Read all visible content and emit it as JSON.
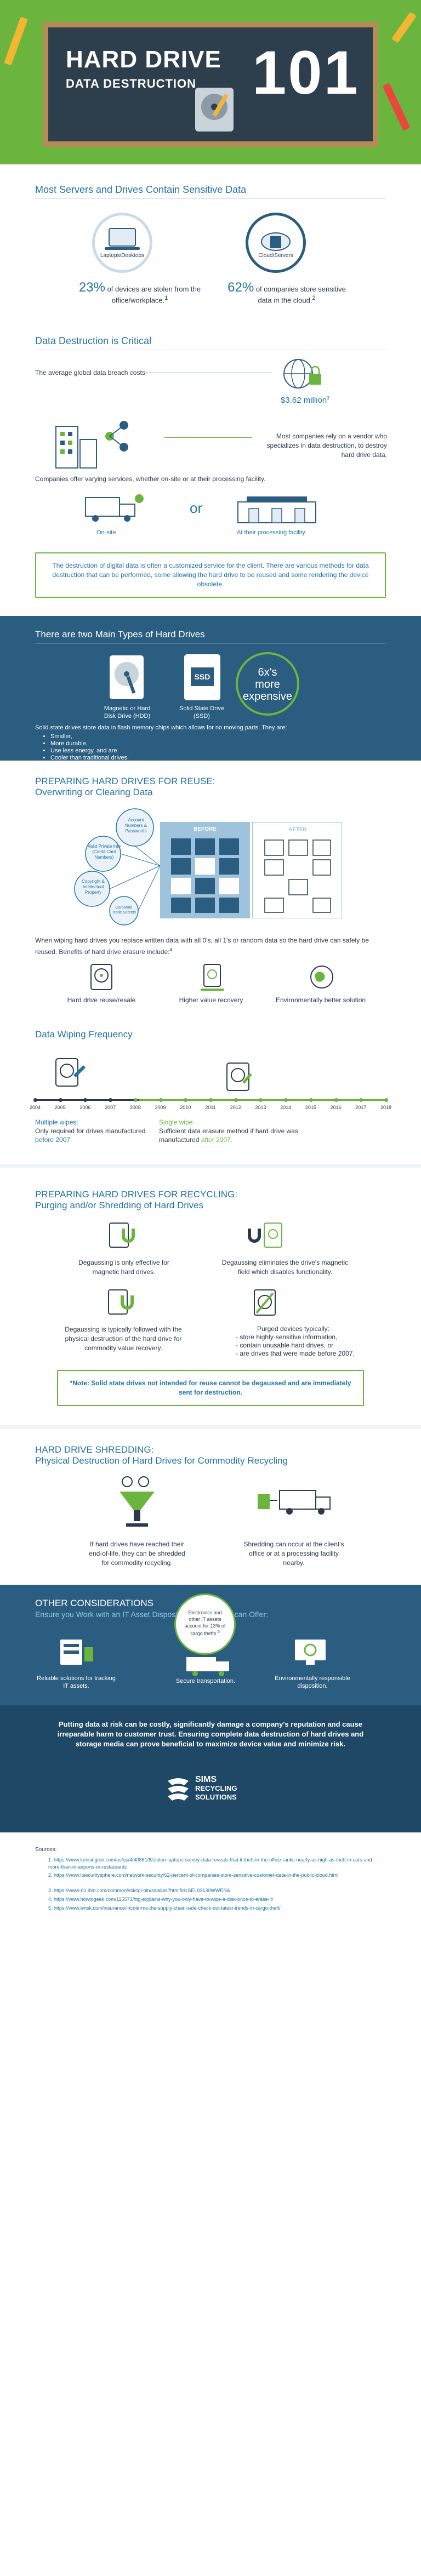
{
  "header": {
    "title_line1": "HARD DRIVE",
    "title_line2": "DATA DESTRUCTION",
    "title_number": "101"
  },
  "s1": {
    "title": "Most Servers and Drives Contain Sensitive Data",
    "left_label": "Laptops/Desktops",
    "right_label": "Cloud/Servers",
    "left_pct": "23%",
    "left_text": "of devices are stolen from the office/workplace.",
    "left_ref": "1",
    "right_pct": "62%",
    "right_text": "of companies store sensitive data in the cloud.",
    "right_ref": "2"
  },
  "s2": {
    "title": "Data Destruction is Critical",
    "cost_text": "The average global data breach costs",
    "cost_value": "$3.62 million",
    "cost_ref": "3",
    "vendor_text": "Most companies rely on a vendor who specializes in data destruction, to destroy hard drive data.",
    "services_text": "Companies offer varying services, whether on-site or at their processing facility.",
    "onsite_label": "On-site",
    "or_label": "or",
    "facility_label": "At their processing facility",
    "note": "The destruction of digital data is often a customized service for the client. There are various methods for data destruction that can be performed, some allowing the hard drive to be reused and some rendering the device obsolete."
  },
  "s3": {
    "title": "There are two Main Types of Hard Drives",
    "hdd_label": "Magnetic or Hard Disk Drive (HDD)",
    "ssd_label": "Solid State Drive (SSD)",
    "ssd_chip": "SSD",
    "badge_line1": "6x's",
    "badge_line2": "more",
    "badge_line3": "expensive",
    "intro": "Solid state drives store data in flash memory chips which allows for no moving parts. They are:",
    "bullets": [
      "Smaller,",
      "More durable,",
      "Use less energy, and are",
      "Cooler than traditional drives."
    ]
  },
  "s4": {
    "title_line1": "PREPARING HARD DRIVES FOR REUSE:",
    "title_line2": "Overwriting or Clearing Data",
    "before_label": "BEFORE",
    "after_label": "AFTER",
    "bubbles": [
      "Account Numbers & Passwords",
      "Valid Private Info (Credit Card Numbers)",
      "Copyright & Intellectual Property",
      "Corporate Trade Secrets"
    ],
    "body": "When wiping hard drives you replace written data with all 0's, all 1's or random data so the hard drive can safely be reused. Benefits of hard drive erasure include:",
    "body_ref": "4",
    "benefits": [
      "Hard drive reuse/resale",
      "Higher value recovery",
      "Environmentally better solution"
    ]
  },
  "s5": {
    "title": "Data Wiping Frequency",
    "years": [
      "2004",
      "2005",
      "2006",
      "2007",
      "2008",
      "2009",
      "2010",
      "2011",
      "2012",
      "2013",
      "2014",
      "2015",
      "2016",
      "2017",
      "2018"
    ],
    "multi_title": "Multiple wipes:",
    "multi_body": "Only required for drives manufactured ",
    "multi_hl": "before 2007.",
    "single_title": "Single wipe:",
    "single_body": "Sufficient data erasure method if hard drive was manufactured ",
    "single_hl": "after 2007."
  },
  "s6": {
    "title_line1": "PREPARING HARD DRIVES FOR RECYCLING:",
    "title_line2": "Purging and/or Shredding of Hard Drives",
    "deg1": "Degaussing is only effective for magnetic hard drives.",
    "deg2": "Degaussing eliminates the drive's magnetic field which disables functionality.",
    "deg3": "Degaussing is typically followed with the physical destruction of the hard drive for commodity value recovery.",
    "purged_title": "Purged devices typically:",
    "purged_items": [
      "store highly-sensitive information,",
      "contain unusable hard drives, or",
      "are drives that were made before 2007."
    ],
    "note": "*Note: Solid state drives not intended for reuse cannot be degaussed and are immediately sent for destruction."
  },
  "s7": {
    "title_line1": "HARD DRIVE SHREDDING:",
    "title_line2": "Physical Destruction of Hard Drives for Commodity Recycling",
    "left_text": "If hard drives have reached their end-of-life, they can be shredded for commodity recycling.",
    "right_text": "Shredding can occur at the client's office or at a processing facility nearby."
  },
  "s8": {
    "title": "OTHER CONSIDERATIONS",
    "subtitle": "Ensure you Work with an IT Asset Disposition Vendor who can Offer:",
    "bubble": "Electronics and other IT assets account for 13% of cargo thefts.",
    "bubble_ref": "5",
    "items": [
      "Reliable solutions for tracking IT assets.",
      "Secure transportation.",
      "Environmentally responsible disposition."
    ]
  },
  "s9": {
    "closing": "Putting data at risk can be costly, significantly damage a company's reputation and cause irreparable harm to customer trust. Ensuring complete data destruction of hard drives and storage media can prove beneficial to maximize device value and minimize risk.",
    "logo_line1": "SIMS",
    "logo_line2": "RECYCLING",
    "logo_line3": "SOLUTIONS"
  },
  "sources": {
    "title": "Sources:",
    "items": [
      "https://www.kensington.com/us/us/4/40861/8/stolen-laptops-survey-data-reveals-that-it-theft-in-the-office-ranks-nearly-as-high-as-theft-in-cars-and-more-than-in-airports-or-restaurants",
      "https://www.itsecuritysphere.com/network-security/62-percent-of-companies-store-sensitive-customer-data-in-the-public-cloud.html",
      "https://www-01.ibm.com/common/ssi/cgi-bin/ssialias?htmlfid=SEL03130WWEN&",
      "https://www.howtogeek.com/115573/htg-explains-why-you-only-have-to-wipe-a-disk-once-to-erase-it/",
      "https://www.wnsk.com/insurance/incoterms-the-supply-chain-safe-check-out-latest-trends-in-cargo-theft/"
    ]
  },
  "colors": {
    "green": "#6bb53f",
    "blue": "#2274a5",
    "navy": "#2b5d80",
    "dark": "#2d3e4d"
  }
}
